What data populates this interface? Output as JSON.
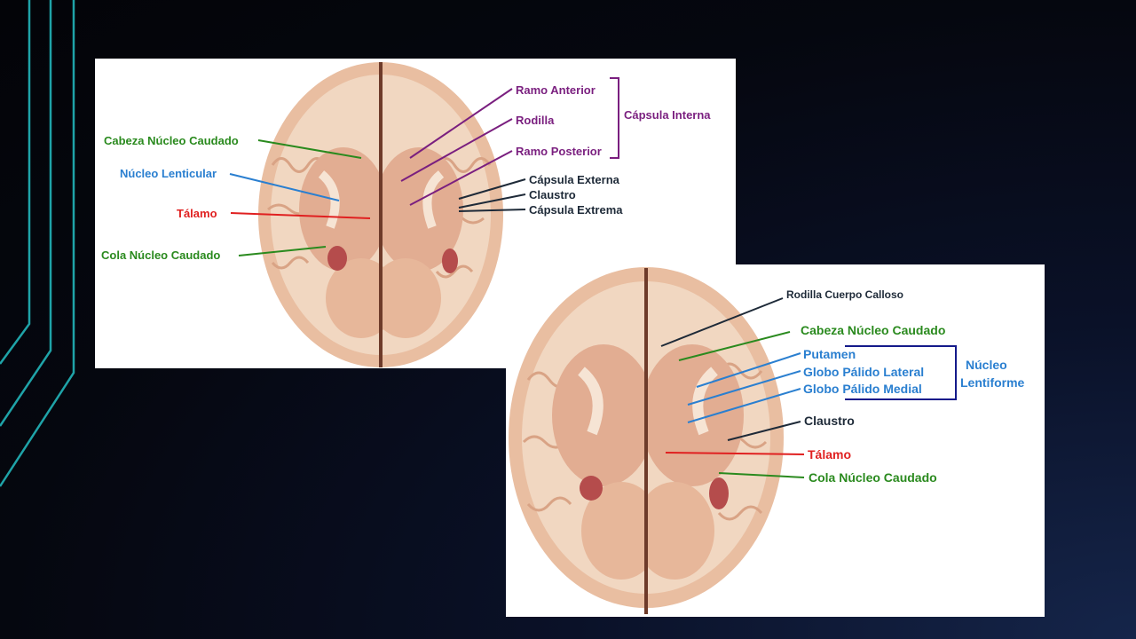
{
  "colors": {
    "green": "#2a8a1e",
    "blue": "#2a7fd0",
    "red": "#e02020",
    "purple": "#7a1f7f",
    "dark": "#1e2a38",
    "navy": "#141a8a",
    "teal": "#1fa3a8"
  },
  "top_diagram": {
    "labels": {
      "cabeza_nucleo_caudado": "Cabeza Núcleo Caudado",
      "nucleo_lenticular": "Núcleo Lenticular",
      "talamo": "Tálamo",
      "cola_nucleo_caudado": "Cola Núcleo Caudado",
      "ramo_anterior": "Ramo Anterior",
      "rodilla": "Rodilla",
      "ramo_posterior": "Ramo Posterior",
      "capsula_interna": "Cápsula Interna",
      "capsula_externa": "Cápsula Externa",
      "claustro": "Claustro",
      "capsula_extrema": "Cápsula Extrema"
    }
  },
  "bottom_diagram": {
    "labels": {
      "rodilla_cuerpo_calloso": "Rodilla Cuerpo Calloso",
      "cabeza_nucleo_caudado": "Cabeza Núcleo Caudado",
      "putamen": "Putamen",
      "globo_palido_lateral": "Globo Pálido Lateral",
      "globo_palido_medial": "Globo Pálido Medial",
      "nucleo": "Núcleo",
      "lentiforme": "Lentiforme",
      "claustro": "Claustro",
      "talamo": "Tálamo",
      "cola_nucleo_caudado": "Cola Núcleo Caudado"
    }
  }
}
